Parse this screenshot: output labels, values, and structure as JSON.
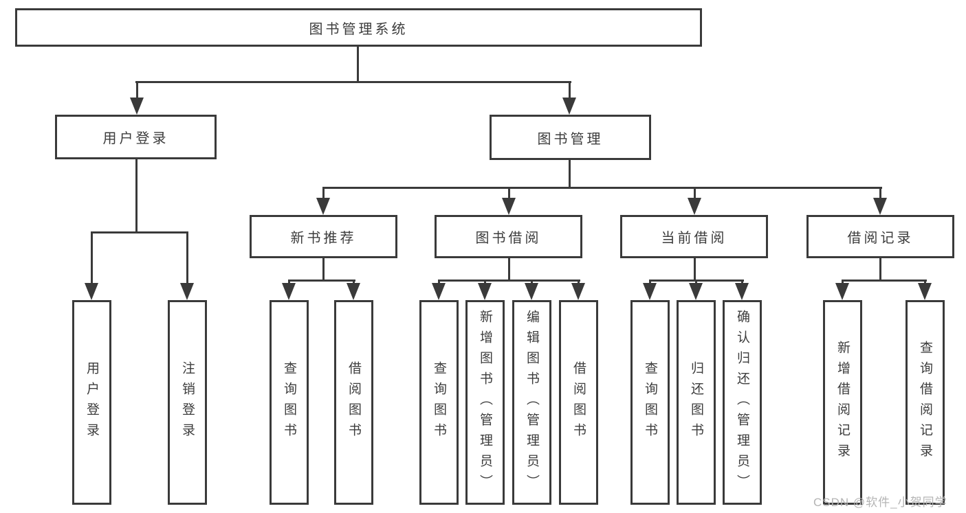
{
  "diagram": {
    "root": {
      "label": "图书管理系统"
    },
    "level2": [
      {
        "label": "用户登录"
      },
      {
        "label": "图书管理"
      }
    ],
    "level3": [
      {
        "label": "新书推荐"
      },
      {
        "label": "图书借阅"
      },
      {
        "label": "当前借阅"
      },
      {
        "label": "借阅记录"
      }
    ],
    "leaves": [
      {
        "label": "用户登录"
      },
      {
        "label": "注销登录"
      },
      {
        "label": "查询图书"
      },
      {
        "label": "借阅图书"
      },
      {
        "label": "查询图书"
      },
      {
        "label": "新增图书（管理员）"
      },
      {
        "label": "编辑图书（管理员）"
      },
      {
        "label": "借阅图书"
      },
      {
        "label": "查询图书"
      },
      {
        "label": "归还图书"
      },
      {
        "label": "确认归还（管理员）"
      },
      {
        "label": "新增借阅记录"
      },
      {
        "label": "查询借阅记录"
      }
    ]
  },
  "watermark": {
    "text": "CSDN @软件_小贺同学"
  },
  "colors": {
    "line": "#3a3a3a",
    "text": "#3c3c3c",
    "watermark": "#b4b4b4",
    "background": "#ffffff"
  }
}
